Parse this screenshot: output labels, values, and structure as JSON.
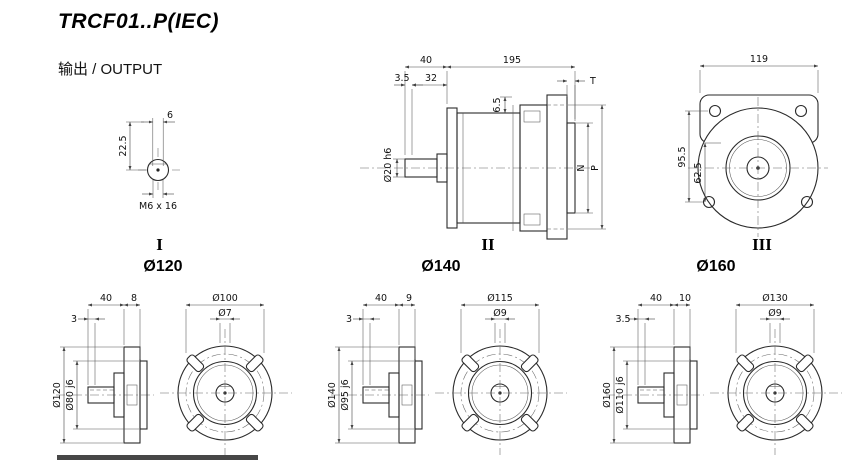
{
  "page": {
    "title": "TRCF01..P(IEC)",
    "subtitle": "输出 / OUTPUT"
  },
  "views": {
    "shaft_end": {
      "label": "I",
      "key_width": "6",
      "height": "22.5",
      "tap": "M6 x 16"
    },
    "side": {
      "label": "II",
      "len_40": "40",
      "len_total": "195",
      "len_3_5": "3.5",
      "len_32": "32",
      "len_6_5": "6.5",
      "t": "T",
      "shaft_dia": "Ø20 h6",
      "n": "N",
      "p": "P"
    },
    "flange": {
      "label": "III",
      "width": "119",
      "h1": "95.5",
      "h2": "62.5"
    }
  },
  "variants": [
    {
      "title": "Ø120",
      "dim_a": "40",
      "dim_b": "8",
      "dim_c": "3",
      "bolt_circle": "Ø100",
      "hole": "Ø7",
      "outer": "Ø120",
      "pilot": "Ø80 j6"
    },
    {
      "title": "Ø140",
      "dim_a": "40",
      "dim_b": "9",
      "dim_c": "3",
      "bolt_circle": "Ø115",
      "hole": "Ø9",
      "outer": "Ø140",
      "pilot": "Ø95 j6"
    },
    {
      "title": "Ø160",
      "dim_a": "40",
      "dim_b": "10",
      "dim_c": "3.5",
      "bolt_circle": "Ø130",
      "hole": "Ø9",
      "outer": "Ø160",
      "pilot": "Ø110 j6"
    }
  ]
}
